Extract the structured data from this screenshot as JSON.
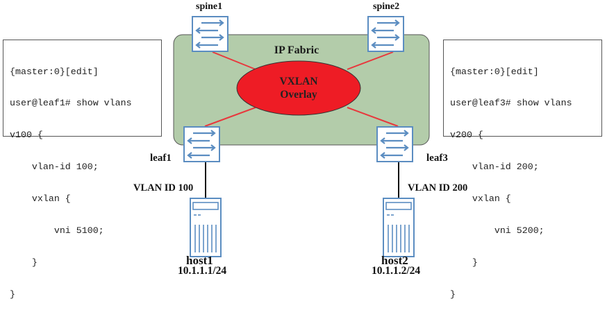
{
  "fabric": {
    "label": "IP Fabric",
    "color": "#b3ccaa"
  },
  "overlay": {
    "line1": "VXLAN",
    "line2": "Overlay",
    "color": "#ee1c25"
  },
  "link_color": "#e8383d",
  "switch_color": "#5b8dc1",
  "spines": [
    {
      "name": "spine1"
    },
    {
      "name": "spine2"
    }
  ],
  "leaves": [
    {
      "name": "leaf1"
    },
    {
      "name": "leaf3"
    }
  ],
  "hosts": [
    {
      "name": "host1",
      "ip": "10.1.1.1/24",
      "vlan_label": "VLAN ID 100"
    },
    {
      "name": "host2",
      "ip": "10.1.1.2/24",
      "vlan_label": "VLAN ID 200"
    }
  ],
  "cli_left": {
    "lines": [
      "{master:0}[edit]",
      "user@leaf1# show vlans",
      "v100 {",
      "    vlan-id 100;",
      "    vxlan {",
      "        vni 5100;",
      "    }",
      "}"
    ]
  },
  "cli_right": {
    "lines": [
      "{master:0}[edit]",
      "user@leaf3# show vlans",
      "v200 {",
      "    vlan-id 200;",
      "    vxlan {",
      "        vni 5200;",
      "    }",
      "}"
    ]
  }
}
